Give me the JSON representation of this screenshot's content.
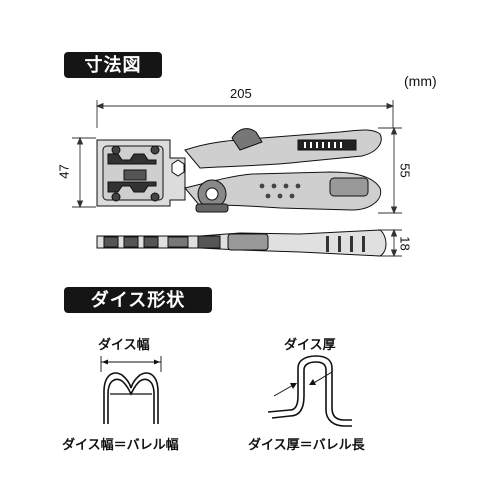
{
  "section1": {
    "title": "寸法図",
    "unit": "(mm)",
    "dim_length": "205",
    "dim_height_left": "47",
    "dim_height_right": "55",
    "dim_thickness": "18"
  },
  "section2": {
    "title": "ダイス形状",
    "die_width_label": "ダイス幅",
    "die_thickness_label": "ダイス厚",
    "caption_left": "ダイス幅＝バレル幅",
    "caption_right": "ダイス厚＝バレル長"
  }
}
